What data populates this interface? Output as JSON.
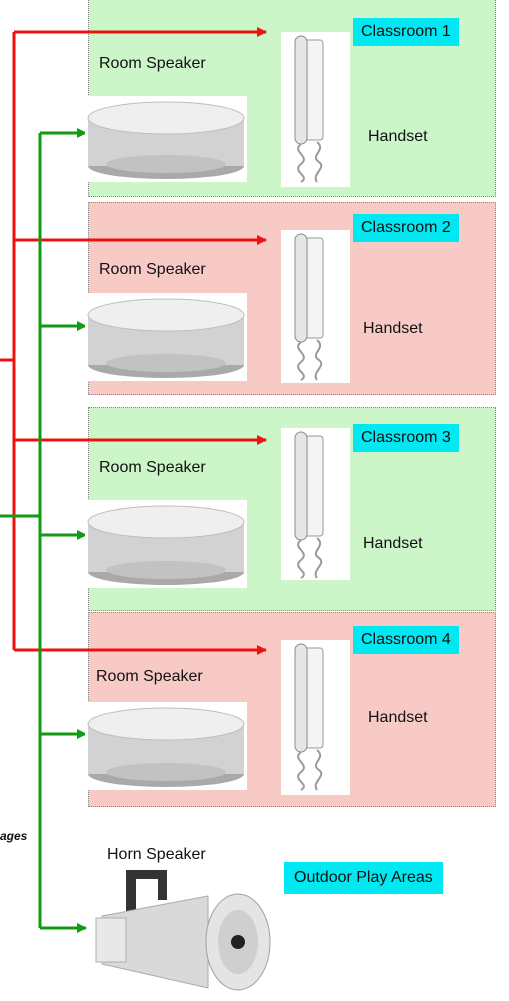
{
  "rooms": [
    {
      "name": "Classroom 1",
      "speaker_label": "Room Speaker",
      "handset_label": "Handset",
      "color": "#ccf5c8"
    },
    {
      "name": "Classroom 2",
      "speaker_label": "Room Speaker",
      "handset_label": "Handset",
      "color": "#f8cac6"
    },
    {
      "name": "Classroom 3",
      "speaker_label": "Room Speaker",
      "handset_label": "Handset",
      "color": "#ccf5c8"
    },
    {
      "name": "Classroom 4",
      "speaker_label": "Room Speaker",
      "handset_label": "Handset",
      "color": "#f8cac6"
    }
  ],
  "outdoor": {
    "area_label": "Outdoor Play Areas",
    "speaker_label": "Horn Speaker"
  },
  "edge_text": "ages",
  "colors": {
    "intercom_line": "#ee1111",
    "speaker_line": "#129a12",
    "tag": "#00e8f2"
  }
}
